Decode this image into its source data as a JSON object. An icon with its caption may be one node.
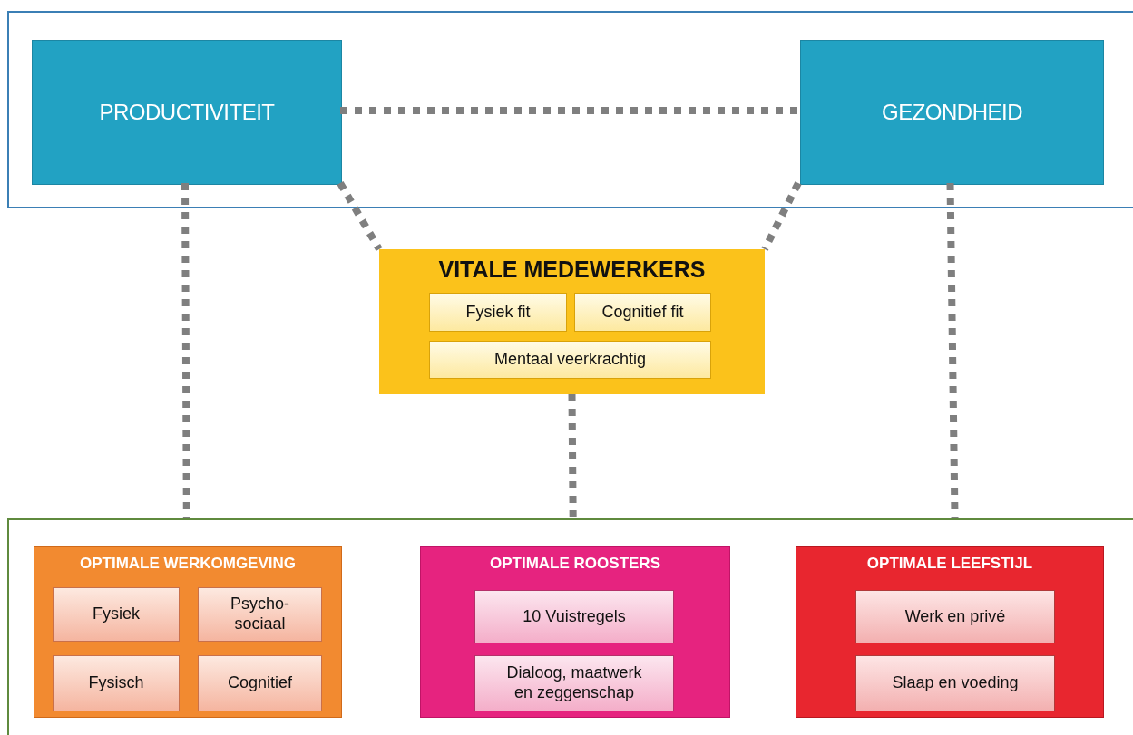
{
  "diagram": {
    "nodes": [
      {
        "text": [],
        "shape": "box"
      },
      {
        "text": [
          "PRODUCTIVITEIT"
        ],
        "in": 0
      },
      {
        "text": [
          "GEZONDHEID"
        ],
        "in": 0
      },
      {
        "text": [
          "VITALE MEDEWERKERS"
        ]
      },
      {
        "text": [
          "Fysiek fit"
        ],
        "in": 3
      },
      {
        "text": [
          "Cognitief fit"
        ],
        "in": 3
      },
      {
        "text": [
          "Mentaal veerkrachtig"
        ],
        "in": 3
      },
      {
        "text": [],
        "shape": "box"
      },
      {
        "text": [
          "OPTIMALE WERKOMGEVING"
        ],
        "in": 7
      },
      {
        "text": [
          "Fysiek"
        ],
        "in": 8
      },
      {
        "text": [
          "Psycho-sociaal"
        ],
        "in": 8
      },
      {
        "text": [
          "Fysisch"
        ],
        "in": 8
      },
      {
        "text": [
          "Cognitief"
        ],
        "in": 8
      },
      {
        "text": [
          "OPTIMALE ROOSTERS"
        ],
        "in": 7
      },
      {
        "text": [
          "10 Vuistregels"
        ],
        "in": 13
      },
      {
        "text": [
          "Dialoog, maatwerk en zeggenschap"
        ],
        "in": 13
      },
      {
        "text": [
          "OPTIMALE LEEFSTIJL"
        ],
        "in": 7
      },
      {
        "text": [
          "Werk en privé"
        ],
        "in": 16
      },
      {
        "text": [
          "Slaap en voeding"
        ],
        "in": 16
      }
    ],
    "edges": [
      {
        "from": 1,
        "to": 2,
        "arrow": "none",
        "style": "dashed"
      },
      {
        "from": 1,
        "to": 3,
        "arrow": "none",
        "style": "dashed"
      },
      {
        "from": 2,
        "to": 3,
        "arrow": "none",
        "style": "dashed"
      },
      {
        "from": 1,
        "to": 7,
        "arrow": "none",
        "style": "dashed"
      },
      {
        "from": 3,
        "to": 7,
        "arrow": "none",
        "style": "dashed"
      },
      {
        "from": 2,
        "to": 7,
        "arrow": "none",
        "style": "dashed"
      }
    ]
  }
}
